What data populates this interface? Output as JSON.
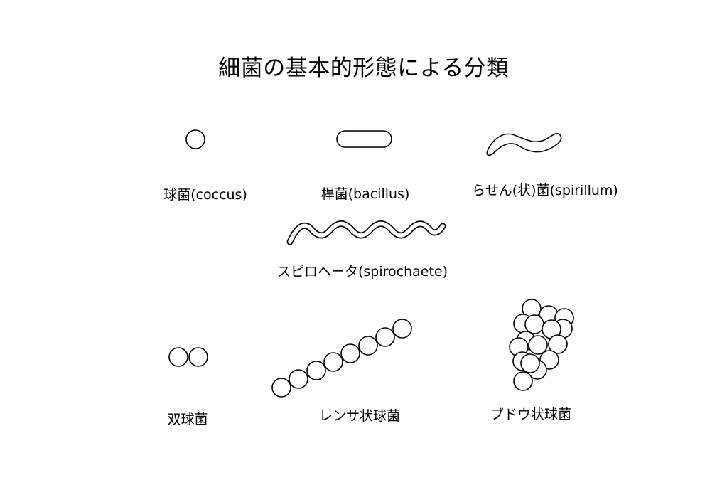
{
  "title": "細菌の基本的形態による分類",
  "labels": {
    "coccus": "球菌(coccus)",
    "bacillus": "桿菌(bacillus)",
    "spirillum": "らせん(状)菌(spirillum)",
    "spirochaete": "スピロヘータ(spirochaete)",
    "diplococcus": "双球菌",
    "streptococcus": "レンサ状球菌",
    "staphylococcus": "ブドウ状球菌"
  }
}
